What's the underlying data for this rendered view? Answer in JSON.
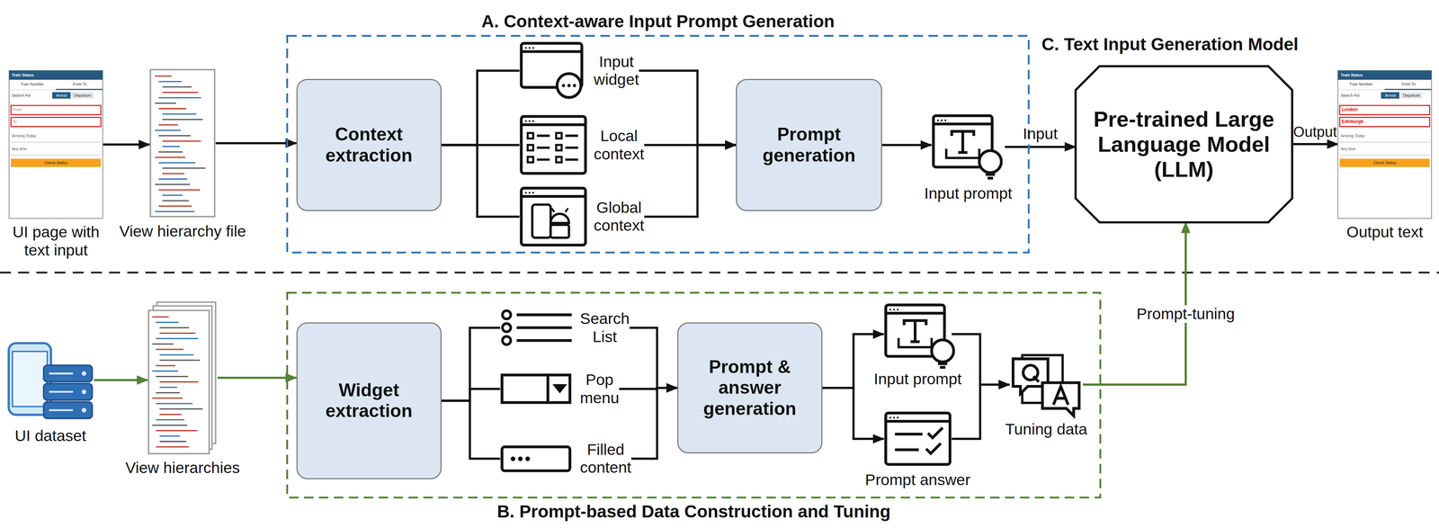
{
  "diagram": {
    "nodes": [
      {
        "text": [
          "UI page with text input"
        ]
      },
      {
        "text": [
          "View hierarchy file"
        ]
      },
      {
        "text": [
          "A. Context-aware Input Prompt Generation"
        ]
      },
      {
        "text": [
          "Context extraction"
        ],
        "in": 2
      },
      {
        "text": [
          "Input widget"
        ],
        "in": 2
      },
      {
        "text": [
          "Local context"
        ],
        "in": 2
      },
      {
        "text": [
          "Global context"
        ],
        "in": 2
      },
      {
        "text": [
          "Prompt generation"
        ],
        "in": 2
      },
      {
        "text": [
          "Input prompt"
        ],
        "in": 2
      },
      {
        "text": [
          "Pre-trained Large Language Model (LLM)"
        ]
      },
      {
        "text": [
          "Output text"
        ]
      },
      {
        "text": [
          "UI dataset"
        ]
      },
      {
        "text": [
          "View hierarchies"
        ]
      },
      {
        "text": [
          "B. Prompt-based Data Construction and Tuning"
        ]
      },
      {
        "text": [
          "Widget extraction"
        ],
        "in": 13
      },
      {
        "text": [
          "Search List"
        ],
        "in": 13
      },
      {
        "text": [
          "Pop menu"
        ],
        "in": 13
      },
      {
        "text": [
          "Filled content"
        ],
        "in": 13
      },
      {
        "text": [
          "Prompt & answer generation"
        ],
        "in": 13
      },
      {
        "text": [
          "Input prompt"
        ],
        "in": 13
      },
      {
        "text": [
          "Prompt answer"
        ],
        "in": 13
      },
      {
        "text": [
          "Tuning data"
        ],
        "in": 13
      }
    ],
    "edges": [
      {
        "from": 0,
        "to": 1,
        "arrow": "to"
      },
      {
        "from": 1,
        "to": 3,
        "arrow": "to"
      },
      {
        "from": 3,
        "to": 4,
        "arrow": "none"
      },
      {
        "from": 3,
        "to": 5,
        "arrow": "none"
      },
      {
        "from": 3,
        "to": 6,
        "arrow": "none"
      },
      {
        "from": 4,
        "to": 7,
        "arrow": "to"
      },
      {
        "from": 5,
        "to": 7,
        "arrow": "to"
      },
      {
        "from": 6,
        "to": 7,
        "arrow": "to"
      },
      {
        "from": 7,
        "to": 8,
        "arrow": "to"
      },
      {
        "from": 8,
        "to": 9,
        "label": "Input",
        "arrow": "to"
      },
      {
        "from": 9,
        "to": 10,
        "label": "Output",
        "arrow": "to"
      },
      {
        "from": 11,
        "to": 12,
        "arrow": "to"
      },
      {
        "from": 12,
        "to": 14,
        "arrow": "to"
      },
      {
        "from": 14,
        "to": 15,
        "arrow": "none"
      },
      {
        "from": 14,
        "to": 16,
        "arrow": "none"
      },
      {
        "from": 14,
        "to": 17,
        "arrow": "none"
      },
      {
        "from": 15,
        "to": 18,
        "arrow": "to"
      },
      {
        "from": 16,
        "to": 18,
        "arrow": "to"
      },
      {
        "from": 17,
        "to": 18,
        "arrow": "to"
      },
      {
        "from": 18,
        "to": 19,
        "arrow": "to"
      },
      {
        "from": 18,
        "to": 20,
        "arrow": "to"
      },
      {
        "from": 19,
        "to": 21,
        "arrow": "to"
      },
      {
        "from": 20,
        "to": 21,
        "arrow": "to"
      },
      {
        "from": 21,
        "to": 9,
        "label": "Prompt-tuning",
        "arrow": "to"
      }
    ],
    "labels": [
      "C. Text Input Generation Model",
      "Train Status",
      "Train Number",
      "From To",
      "Search For",
      "Arrival",
      "Departure",
      "From",
      "To",
      "Arriving Today",
      "Any time",
      "Check Status",
      "Train Status",
      "Train Number",
      "From To",
      "Search For",
      "Arrival",
      "Departure",
      "London",
      "Edinburgh",
      "Arriving Today",
      "Any time",
      "Check Status"
    ]
  }
}
